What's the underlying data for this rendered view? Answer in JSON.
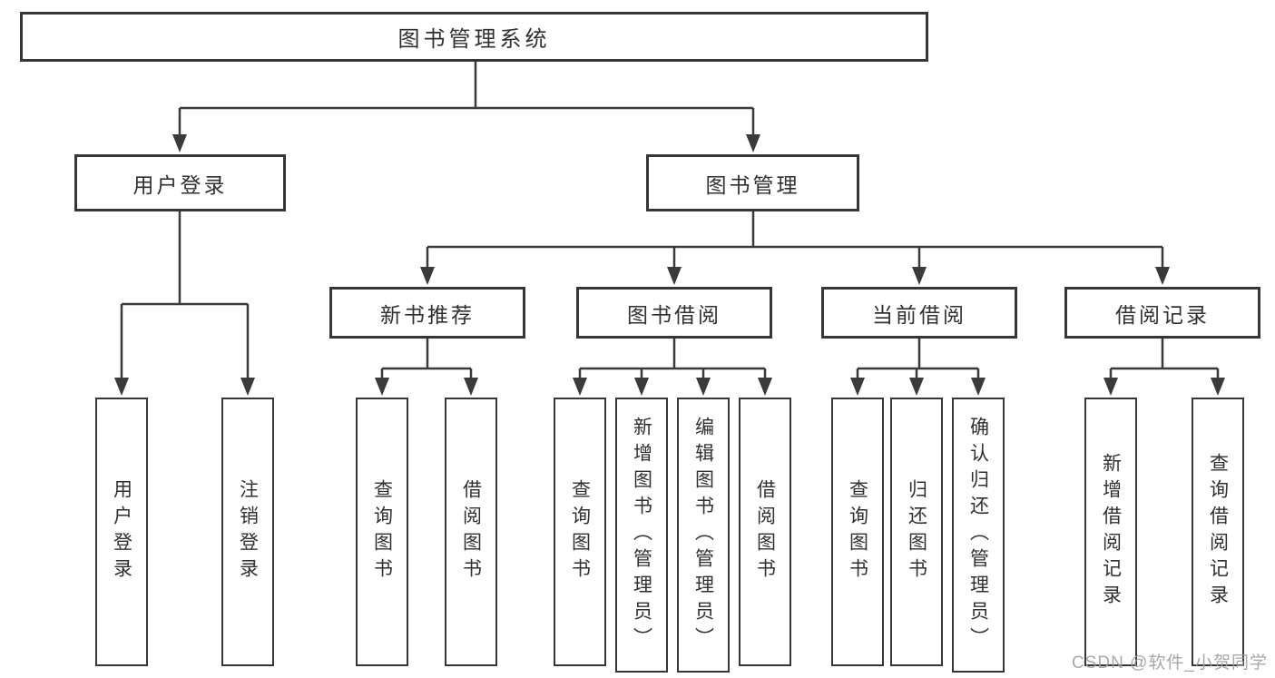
{
  "diagram": {
    "root": {
      "label": "图书管理系统",
      "children": [
        {
          "label": "用户登录",
          "children": [
            {
              "label": "用户登录"
            },
            {
              "label": "注销登录"
            }
          ]
        },
        {
          "label": "图书管理",
          "children": [
            {
              "label": "新书推荐",
              "children": [
                {
                  "label": "查询图书"
                },
                {
                  "label": "借阅图书"
                }
              ]
            },
            {
              "label": "图书借阅",
              "children": [
                {
                  "label": "查询图书"
                },
                {
                  "label": "新增图书（管理员）"
                },
                {
                  "label": "编辑图书（管理员）"
                },
                {
                  "label": "借阅图书"
                }
              ]
            },
            {
              "label": "当前借阅",
              "children": [
                {
                  "label": "查询图书"
                },
                {
                  "label": "归还图书"
                },
                {
                  "label": "确认归还（管理员）"
                }
              ]
            },
            {
              "label": "借阅记录",
              "children": [
                {
                  "label": "新增借阅记录"
                },
                {
                  "label": "查询借阅记录"
                }
              ]
            }
          ]
        }
      ]
    }
  },
  "watermark": {
    "text": "CSDN @软件_小贺同学"
  },
  "colors": {
    "line": "#3a3a3a",
    "box_border": "#363636",
    "text": "#303030",
    "watermark": "#9e9e9e",
    "background": "#ffffff"
  }
}
